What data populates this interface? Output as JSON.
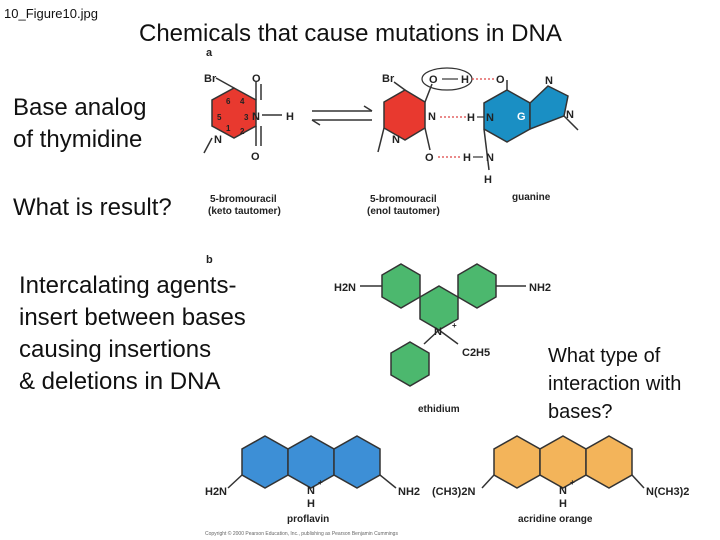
{
  "file_label": "10_Figure10.jpg",
  "title": "Chemicals that cause mutations in DNA",
  "base_analog": [
    "Base analog",
    "of thymidine"
  ],
  "result_question": "What is result?",
  "intercalating": [
    "Intercalating agents-",
    "insert between bases",
    "causing insertions",
    "& deletions in DNA"
  ],
  "interaction_question": [
    "What type of",
    "interaction with",
    "bases?"
  ],
  "figure": {
    "panel_a": "a",
    "panel_b": "b",
    "atoms": {
      "br": "Br",
      "o": "O",
      "n": "N",
      "h": "H",
      "g": "G",
      "h2n": "H2N",
      "nh2": "NH2",
      "c2h5": "C2H5",
      "ch3_left": "(CH3)2N",
      "ch3_right": "N(CH3)2",
      "plus": "+"
    },
    "ring_numbers": [
      "6",
      "4",
      "5",
      "3",
      "1",
      "2"
    ],
    "keto_caption": [
      "5-bromouracil",
      "(keto tautomer)"
    ],
    "enol_caption": [
      "5-bromouracil",
      "(enol tautomer)"
    ],
    "guanine_caption": "guanine",
    "ethidium_caption": "ethidium",
    "proflavin_caption": "proflavin",
    "acridine_caption": "acridine orange",
    "copyright": "Copyright © 2000 Pearson Education, Inc., publishing as Pearson Benjamin Cummings"
  },
  "colors": {
    "bromouracil": "#e8392f",
    "guanine": "#1a8fc4",
    "ethidium": "#4cb86e",
    "proflavin": "#3d8fd6",
    "acridine": "#f3b45a"
  }
}
